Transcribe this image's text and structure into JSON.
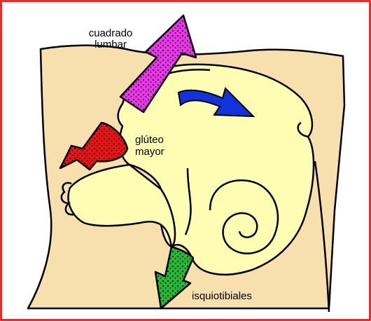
{
  "labels": {
    "quadratus_line1": "cuadrado",
    "quadratus_line2": "lumbar",
    "gluteus_line1": "glúteo",
    "gluteus_line2": "mayor",
    "hamstrings": "isquiotibiales"
  },
  "colors": {
    "frame": "#ff0000",
    "body_fill": "#f7dfae",
    "pelvis_fill": "#fffcb4",
    "quadratus_arrow": "#ee33ee",
    "gluteus_arrow": "#ee1111",
    "hamstrings_arrow": "#22bb33",
    "rotation_arrow": "#1133dd"
  }
}
